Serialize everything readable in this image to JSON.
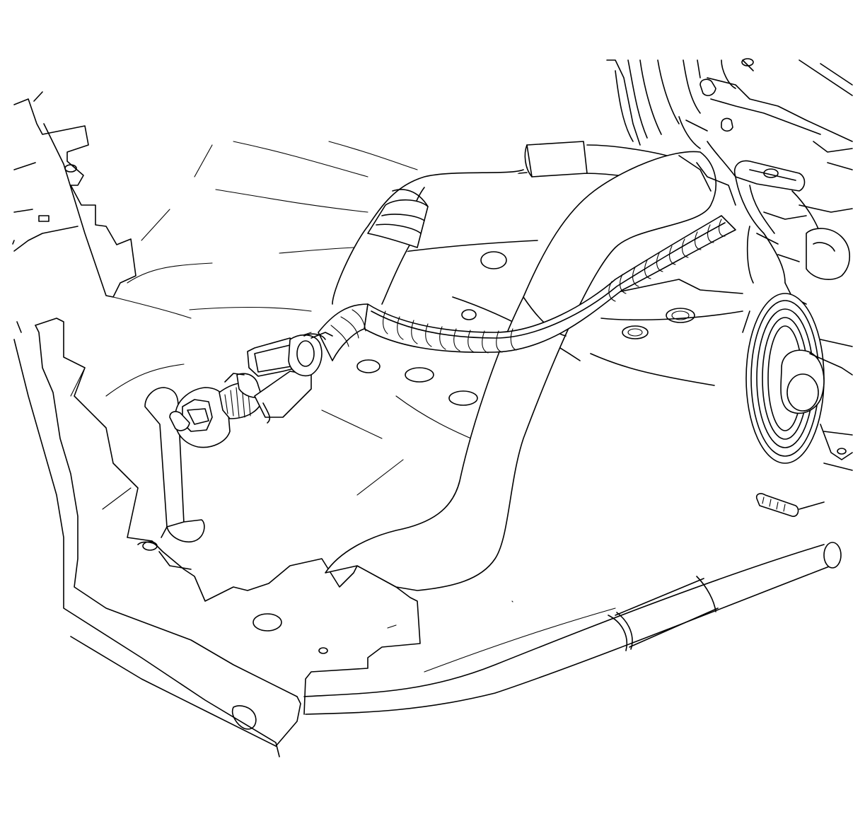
{
  "figure": {
    "kind": "line-art service illustration",
    "subject_parts": [
      "radiator-support-panel",
      "underbody-floor-pan",
      "power-steering-return-hose",
      "power-steering-pressure-hose",
      "convoluted-protective-sleeve",
      "hose-fitting-nut",
      "hose-retaining-clip",
      "suspension-crossmember-pipe",
      "power-steering-pump-pulley",
      "engine-assembly",
      "hose-support-bracket",
      "bolt"
    ],
    "colors": {
      "line": "#000000",
      "background": "#ffffff"
    }
  }
}
